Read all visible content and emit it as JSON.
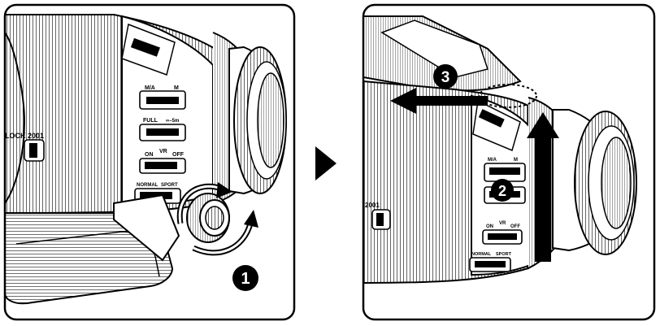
{
  "panel_left": {
    "lock_label": "LOCK 2001",
    "mode_label_ma": "M/A",
    "mode_label_m": "M",
    "focus_label_full": "FULL",
    "focus_label_range": "∞–5m",
    "vr_label": "VR",
    "vr_on": "ON",
    "vr_off": "OFF",
    "vr_mode_normal": "NORMAL",
    "vr_mode_sport": "SPORT",
    "step_marker": "1"
  },
  "panel_right": {
    "lock_label": "2001",
    "mode_label_ma": "M/A",
    "mode_label_m": "M",
    "vr_label": "VR",
    "vr_on": "ON",
    "vr_off": "OFF",
    "vr_mode_normal": "NORMAL",
    "vr_mode_sport": "SPORT",
    "step_marker_rotate": "2",
    "step_marker_remove": "3"
  },
  "icons": {
    "transition": "play-triangle-icon",
    "rotate_left": "rotate-arrow-icon",
    "slide_up": "arrow-up-icon",
    "slide_left": "arrow-left-icon"
  },
  "colors": {
    "ink": "#000000",
    "paper": "#ffffff",
    "hatch": "#555555"
  }
}
